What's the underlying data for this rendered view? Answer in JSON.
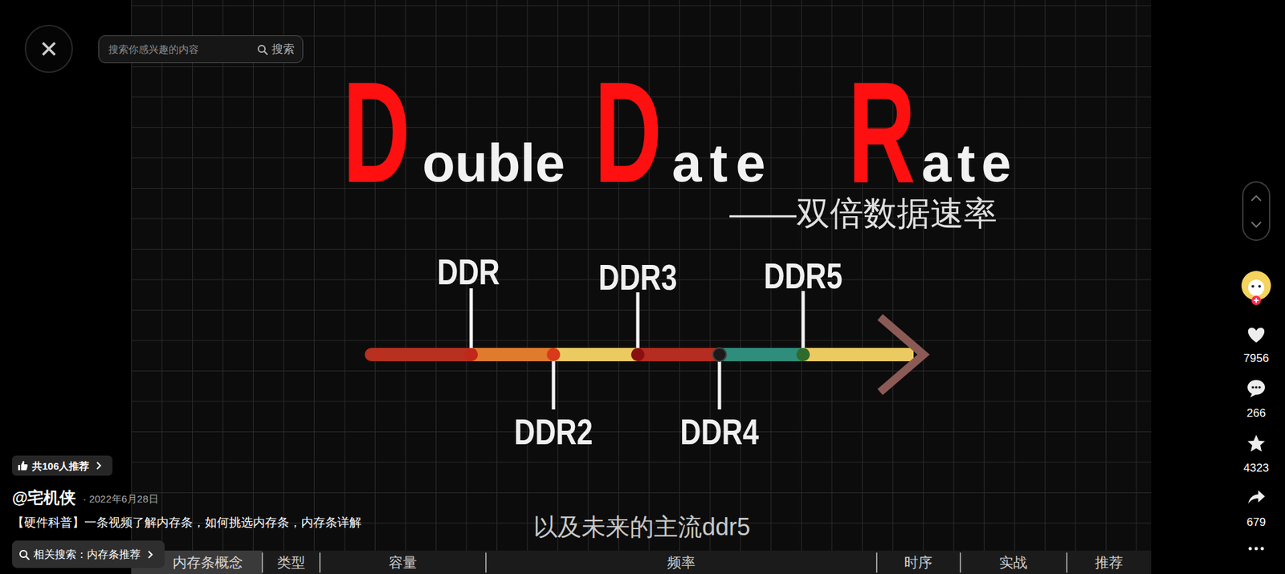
{
  "diagram": {
    "nodes": [
      {
        "text": [
          "搜索你感兴趣的内容",
          "搜索"
        ]
      },
      {
        "text": [
          "共106人推荐"
        ]
      },
      {
        "text": [
          "相关搜索：内存条推荐"
        ]
      }
    ],
    "labels": [
      "D",
      "ouble",
      "D",
      "ate",
      "R",
      "ate",
      "——双倍数据速率",
      "DDR",
      "DDR3",
      "DDR5",
      "DDR2",
      "DDR4",
      "以及未来的主流ddr5",
      "@宅机侠",
      "· 2022年6月28日",
      "【硬件科普】一条视频了解内存条，如何挑选内存条，内存条详解",
      "7956",
      "266",
      "4323",
      "679",
      "内存条概念",
      "类型",
      "容量",
      "频率",
      "时序",
      "实战",
      "推荐"
    ]
  }
}
